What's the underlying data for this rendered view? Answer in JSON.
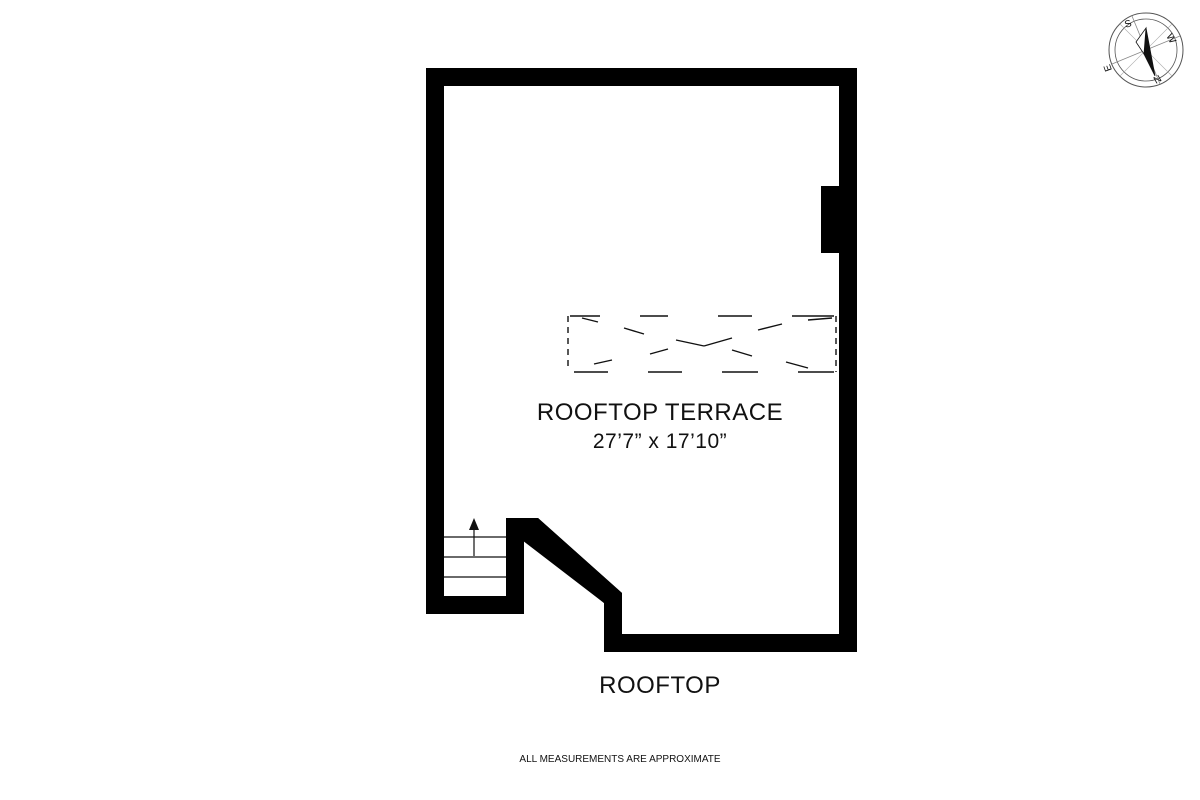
{
  "floorplan": {
    "level_label": "ROOFTOP",
    "disclaimer": "ALL MEASUREMENTS ARE APPROXIMATE",
    "rooms": [
      {
        "name": "ROOFTOP TERRACE",
        "dimensions": "27’7” x 17’10”"
      }
    ],
    "compass": {
      "letters": [
        "S",
        "W",
        "E",
        "N"
      ],
      "icon": "compass-rose-icon"
    },
    "stair_icon": "stair-up-arrow-icon",
    "colors": {
      "wall": "#000000",
      "background": "#ffffff",
      "text": "#111111"
    }
  }
}
